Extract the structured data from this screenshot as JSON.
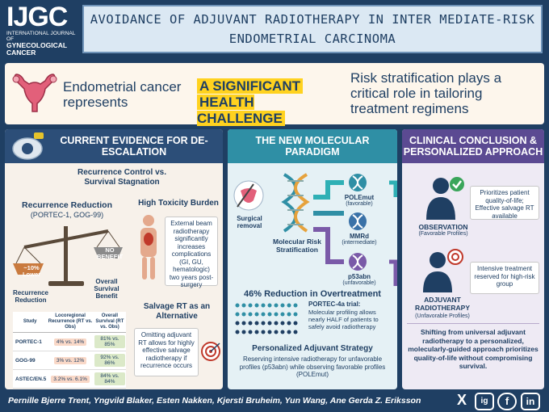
{
  "header": {
    "logo_big": "IJGC",
    "logo_small": "INTERNATIONAL JOURNAL OF",
    "logo_small2": "GYNECOLOGICAL",
    "logo_small3": "CANCER",
    "title_line1": "AVOIDANCE OF ADJUVANT RADIOTHERAPY IN INTER MEDIATE-RISK",
    "title_line2": "ENDOMETRIAL CARCINOMA"
  },
  "banner": {
    "left": "Endometrial cancer represents",
    "middle_line1": "A SIGNIFICANT",
    "middle_line2": "HEALTH CHALLENGE",
    "right": "Risk stratification plays a critical role in tailoring treatment regimens"
  },
  "col1": {
    "head": "CURRENT EVIDENCE FOR DE-ESCALATION",
    "subtitle": "Recurrence Control vs. Survival Stagnation",
    "reduction_title": "Recurrence Reduction",
    "reduction_trials": "(PORTEC-1, GOG-99)",
    "left_pan": "~10% Lower",
    "right_pan": "NO BENEFIT",
    "left_label": "Recurrence Reduction",
    "right_label": "Overall Survival Benefit",
    "tox_title": "High Toxicity Burden",
    "tox_text": "External beam radiotherapy significantly increases complications (GI, GU, hematologic) two years post-surgery",
    "salv_title": "Salvage RT as an Alternative",
    "salv_text": "Omitting adjuvant RT allows for highly effective salvage radiotherapy if recurrence occurs",
    "table": {
      "headers": [
        "Study",
        "Locoregional Recurrence (RT vs. Obs)",
        "Overall Survival (RT vs. Obs)"
      ],
      "rows": [
        {
          "study": "PORTEC-1",
          "rec": "4% vs. 14%",
          "os": "81% vs. 85%"
        },
        {
          "study": "GOG-99",
          "rec": "3% vs. 12%",
          "os": "92% vs. 86%"
        },
        {
          "study": "ASTEC/EN.5",
          "rec": "3.2% vs. 6.1%",
          "os": "84% vs. 84%"
        }
      ]
    }
  },
  "col2": {
    "head": "THE NEW MOLECULAR PARADIGM",
    "surgical": "Surgical removal",
    "molecular": "Molecular Risk Stratification",
    "poles": "POLEmut",
    "poles_sub": "(favorable)",
    "mmrd": "MMRd",
    "mmrd_sub": "(intermediate)",
    "p53": "p53abn",
    "p53_sub": "(unfavorable)",
    "reduction": "46% Reduction in Overtreatment",
    "portec4a_title": "PORTEC-4a trial:",
    "portec4a_text": "Molecular profiling allows nearly HALF of patients to safely avoid radiotherapy",
    "strategy_title": "Personalized Adjuvant Strategy",
    "strategy_text": "Reserving intensive radiotherapy for unfavorable profiles (p53abn) while observing favorable profiles (POLEmut)"
  },
  "col3": {
    "head": "CLINICAL CONCLUSION & PERSONALIZED APPROACH",
    "obs_box": "Prioritizes patient quality-of-life; Effective salvage RT available",
    "obs_title": "OBSERVATION",
    "obs_sub": "(Favorable Profiles)",
    "rt_box": "Intensive treatment reserved for high-risk group",
    "rt_title": "ADJUVANT RADIOTHERAPY",
    "rt_sub": "(Unfavorable Profiles)",
    "conclusion": "Shifting from universal adjuvant radiotherapy to a personalized, molecularly-guided approach prioritizes quality-of-life without compromising survival."
  },
  "footer": {
    "authors": "Pernille Bjerre Trent, Yngvild Blaker, Esten Nakken, Kjersti Bruheim, Yun Wang, Ane Gerda Z. Eriksson",
    "social": [
      "X",
      "ig",
      "f",
      "in"
    ]
  },
  "colors": {
    "navy": "#1f3f63",
    "teal": "#2f8fa5",
    "purple": "#5b4a92",
    "yellow": "#ffd21f",
    "orange": "#c97a3e"
  }
}
